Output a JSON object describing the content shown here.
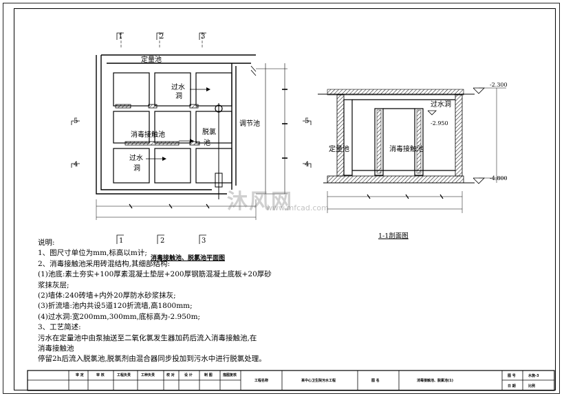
{
  "plan": {
    "title": "消毒接触池、脱氯池平面图",
    "label_dingliang": "定量池",
    "label_xiaodu": "消毒接触池",
    "label_guoshui1": "过水",
    "label_guoshui1b": "洞",
    "label_guoshui2": "过水",
    "label_guoshui2b": "洞",
    "label_tuolv": "脱氯",
    "label_tuolv2": "池",
    "label_tiaojie": "调节池",
    "axis_1": "1",
    "axis_2": "2",
    "axis_3": "3",
    "axis_4": "4",
    "axis_5": "5"
  },
  "section": {
    "title": "1-1剖面图",
    "label_dingliang": "定量池",
    "label_xiaodu": "消毒接触池",
    "label_guoshui": "过水洞",
    "elev_top": "-2.300",
    "elev_hole": "-2.950",
    "elev_bottom": "-4.800"
  },
  "notes": {
    "heading": "说明:",
    "l1": "1、图尺寸单位为mm,标高以m计;",
    "l2": "2、消毒接触池采用砖混结构,其细部结构:",
    "l3": "(1)池底:素土夯实+100厚素混凝土垫层+200厚钢筋混凝土底板+20厚砂",
    "l4": "浆抹灰层;",
    "l5": "(2)墙体:240砖墙+内外20厚防水砂浆抹灰;",
    "l6": "(3)折流墙:池内共设5道120折流墙,高1800mm;",
    "l7": "(4)过水洞:宽200mm,300mm,底标高为-2.950m;",
    "l8": "3、工艺简述:",
    "l9": "污水在定量池中由泵抽送至二氧化氯发生器加药后流入消毒接触池,在",
    "l10": "消毒接触池",
    "l11": "停留2h后流入脱氯池,脱氯剂由混合器同步投加到污水中进行脱氯处理。"
  },
  "watermark": {
    "brand": "沐风网",
    "url": "www.mfcad.com"
  },
  "titleblock": {
    "c1": "审 定",
    "c2": "审 核",
    "c3": "工程负责",
    "c4": "工种负责",
    "c5": "校 对",
    "c6": "设 计",
    "c7": "制 图",
    "c8": "描图复核",
    "c9": "工程名称",
    "c10": "某中心卫生院污水工程",
    "c11": "图 名",
    "c12": "消毒接触池、脱氯池(1)",
    "c13": "图 号",
    "c14": "水施-3",
    "c15": "日 期",
    "c16": "比例"
  }
}
